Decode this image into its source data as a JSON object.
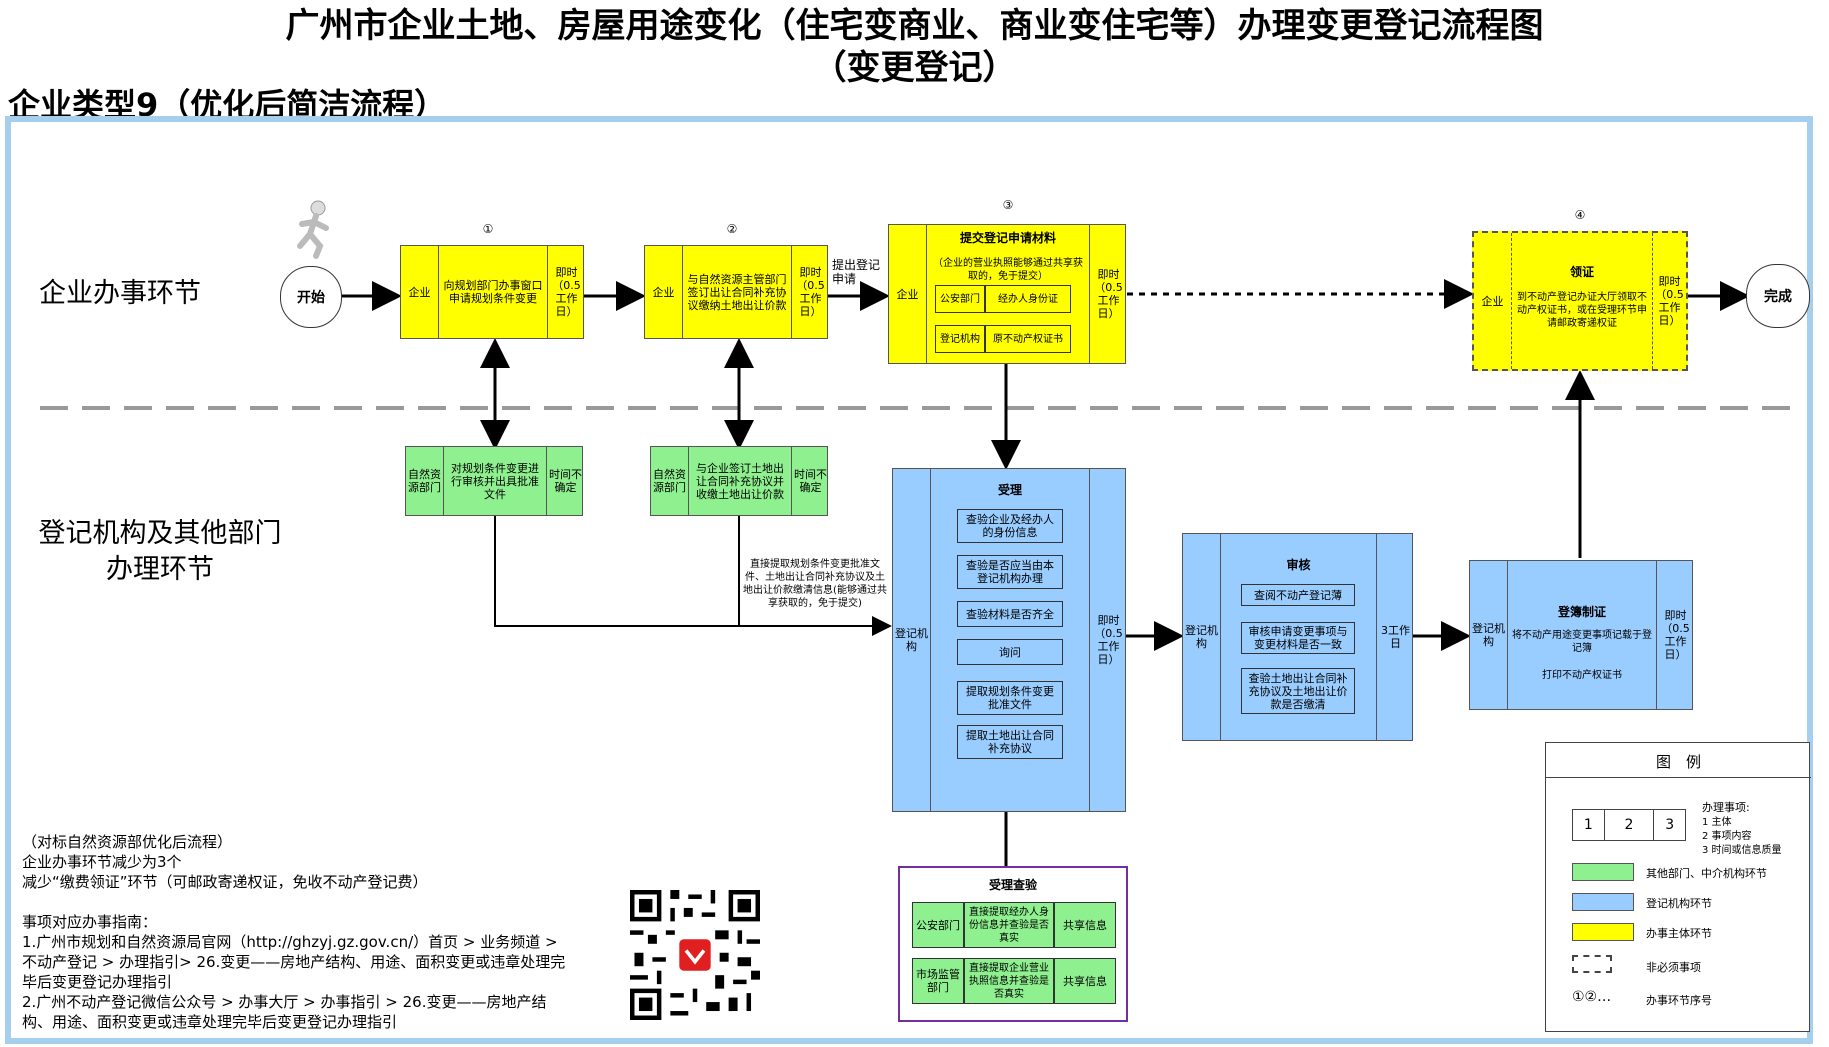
{
  "title": {
    "line1": "广州市企业土地、房屋用途变化（住宅变商业、商业变住宅等）办理变更登记流程图",
    "line2": "（变更登记）"
  },
  "type_label": "企业类型9（优化后简洁流程）",
  "lanes": {
    "top": "企业办事环节",
    "bottom_1": "登记机构及其他部门",
    "bottom_2": "办理环节"
  },
  "nodes": {
    "start": "开始",
    "end": "完成",
    "step1": {
      "num": "①",
      "subject": "企业",
      "content": "向规划部门办事窗口申请规划条件变更",
      "time": "即时（0.5工作日）"
    },
    "step2": {
      "num": "②",
      "subject": "企业",
      "content": "与自然资源主管部门签订出让合同补充协议缴纳土地出让价款",
      "time": "即时（0.5工作日）"
    },
    "step3": {
      "num": "③",
      "subject": "企业",
      "title": "提交登记申请材料",
      "desc": "（企业的营业执照能够通过共享获取的，免于提交）",
      "r1a": "公安部门",
      "r1b": "经办人身份证",
      "r2a": "登记机构",
      "r2b": "原不动产权证书",
      "time": "即时（0.5工作日）"
    },
    "step4": {
      "num": "④",
      "subject": "企业",
      "title": "领证",
      "content": "到不动产登记办证大厅领取不动产权证书，或在受理环节申请邮政寄递权证",
      "time": "即时（0.5工作日）"
    },
    "submit_label": "提出登记申请",
    "green1": {
      "subject": "自然资源部门",
      "content": "对规划条件变更进行审核并出具批准文件",
      "time": "时间不确定"
    },
    "green2": {
      "subject": "自然资源部门",
      "content": "与企业签订土地出让合同补充协议并收缴土地出让价款",
      "time": "时间不确定"
    },
    "extract_note": "直接提取规划条件变更批准文件、土地出让合同补充协议及土地出让价款缴清信息(能够通过共享获取的，免于提交)",
    "accept": {
      "title": "受理",
      "subject": "登记机构",
      "time": "即时（0.5工作日）",
      "items": [
        "查验企业及经办人的身份信息",
        "查验是否应当由本登记机构办理",
        "查验材料是否齐全",
        "询问",
        "提取规划条件变更批准文件",
        "提取土地出让合同补充协议"
      ]
    },
    "review": {
      "title": "审核",
      "subject": "登记机构",
      "time": "3工作日",
      "items": [
        "查阅不动产登记薄",
        "审核申请变更事项与变更材料是否一致",
        "查验土地出让合同补充协议及土地出让价款是否缴清"
      ]
    },
    "register": {
      "title": "登簿制证",
      "subject": "登记机构",
      "time": "即时（0.5工作日）",
      "content1": "将不动产用途变更事项记载于登记簿",
      "content2": "打印不动产权证书"
    },
    "verify": {
      "title": "受理查验",
      "r1a": "公安部门",
      "r1b": "直接提取经办人身份信息并查验是否真实",
      "r1c": "共享信息",
      "r2a": "市场监管部门",
      "r2b": "直接提取企业营业执照信息并查验是否真实",
      "r2c": "共享信息"
    }
  },
  "notes": [
    "（对标自然资源部优化后流程）",
    "企业办事环节减少为3个",
    "减少“缴费领证”环节（可邮政寄递权证，免收不动产登记费）",
    "",
    "事项对应办事指南：",
    "1.广州市规划和自然资源局官网（http://ghzyj.gz.gov.cn/）首页 > 业务频道 >",
    "不动产登记 > 办理指引> 26.变更——房地产结构、用途、面积变更或违章处理完",
    "毕后变更登记办理指引",
    "2.广州不动产登记微信公众号 > 办事大厅 > 办事指引 > 26.变更——房地产结",
    "构、用途、面积变更或违章处理完毕后变更登记办理指引"
  ],
  "legend": {
    "title": "图　例",
    "cells": [
      "1",
      "2",
      "3"
    ],
    "matter_title": "办理事项:",
    "matter_1": "1 主体",
    "matter_2": "2 事项内容",
    "matter_3": "3 时间或信息质量",
    "green": "其他部门、中介机构环节",
    "blue": "登记机构环节",
    "yellow": "办事主体环节",
    "dashed": "非必须事项",
    "seq_symbol": "①②…",
    "seq": "办事环节序号",
    "color_green": "#8ff08f",
    "color_blue": "#99ccff",
    "color_yellow": "#ffff00"
  }
}
